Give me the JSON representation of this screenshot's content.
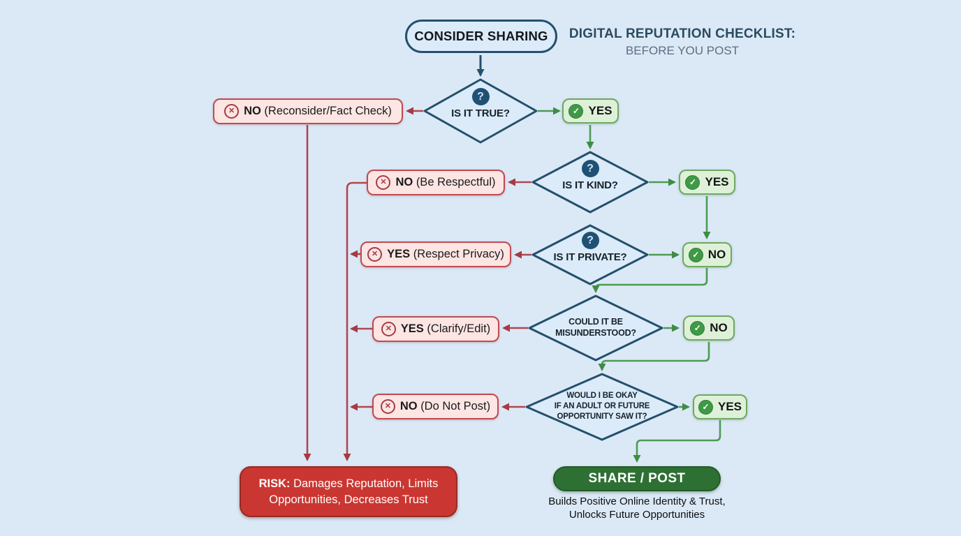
{
  "title": {
    "line1": "DIGITAL REPUTATION CHECKLIST:",
    "line2": "BEFORE YOU POST"
  },
  "start": {
    "label": "CONSIDER SHARING"
  },
  "rows": [
    {
      "question": "IS IT TRUE?",
      "fail": {
        "keyword": "NO",
        "detail": "(Reconsider/Fact Check)"
      },
      "pass": {
        "label": "YES"
      }
    },
    {
      "question": "IS IT KIND?",
      "fail": {
        "keyword": "NO",
        "detail": "(Be Respectful)"
      },
      "pass": {
        "label": "YES"
      }
    },
    {
      "question": "IS IT PRIVATE?",
      "fail": {
        "keyword": "YES",
        "detail": "(Respect Privacy)"
      },
      "pass": {
        "label": "NO"
      }
    },
    {
      "question": "COULD IT BE\nMISUNDERSTOOD?",
      "fail": {
        "keyword": "YES",
        "detail": "(Clarify/Edit)"
      },
      "pass": {
        "label": "NO"
      }
    },
    {
      "question": "WOULD I BE OKAY\nIF AN ADULT OR FUTURE\nOPPORTUNITY SAW IT?",
      "fail": {
        "keyword": "NO",
        "detail": "(Do Not Post)"
      },
      "pass": {
        "label": "YES"
      }
    }
  ],
  "outcomes": {
    "risk": {
      "keyword": "RISK:",
      "text": " Damages Reputation, Limits Opportunities, Decreases Trust"
    },
    "share": {
      "label": "SHARE / POST",
      "caption": "Builds Positive Online Identity & Trust,\nUnlocks Future Opportunities"
    }
  },
  "icons": {
    "question": "?",
    "check": "✓",
    "cross": "✕"
  },
  "colors": {
    "background": "#dbe9f7",
    "navy": "#24506b",
    "green_line": "#4d9b52",
    "red_line": "#b2464e",
    "red_pill_bg": "#fce5e3",
    "green_pill_bg": "#def1d8",
    "risk_bg": "#ca3631",
    "share_bg": "#2e7034"
  }
}
